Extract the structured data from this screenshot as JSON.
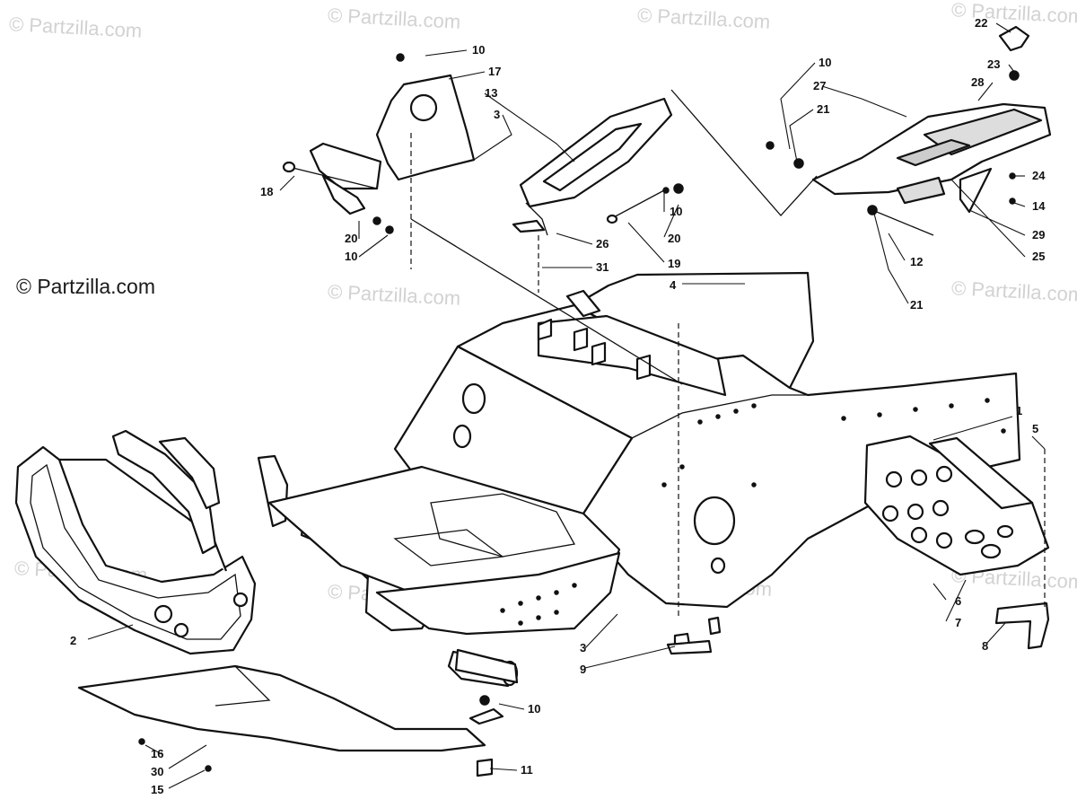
{
  "watermark": {
    "text": "© Partzilla.com",
    "credit": "© Partzilla.com"
  },
  "colors": {
    "line": "#111111",
    "watermark": "#d2d2d2",
    "background": "#ffffff"
  },
  "callouts": {
    "c1": "1",
    "c2": "2",
    "c3a": "3",
    "c3b": "3",
    "c4": "4",
    "c5": "5",
    "c6": "6",
    "c7": "7",
    "c8": "8",
    "c9": "9",
    "c10a": "10",
    "c10b": "10",
    "c10c": "10",
    "c10d": "10",
    "c10e": "10",
    "c11": "11",
    "c12": "12",
    "c13": "13",
    "c14": "14",
    "c15": "15",
    "c16": "16",
    "c17": "17",
    "c18": "18",
    "c19": "19",
    "c20a": "20",
    "c20b": "20",
    "c21a": "21",
    "c21b": "21",
    "c22": "22",
    "c23": "23",
    "c24": "24",
    "c25": "25",
    "c26": "26",
    "c27": "27",
    "c28": "28",
    "c29": "29",
    "c30": "30",
    "c31": "31"
  }
}
